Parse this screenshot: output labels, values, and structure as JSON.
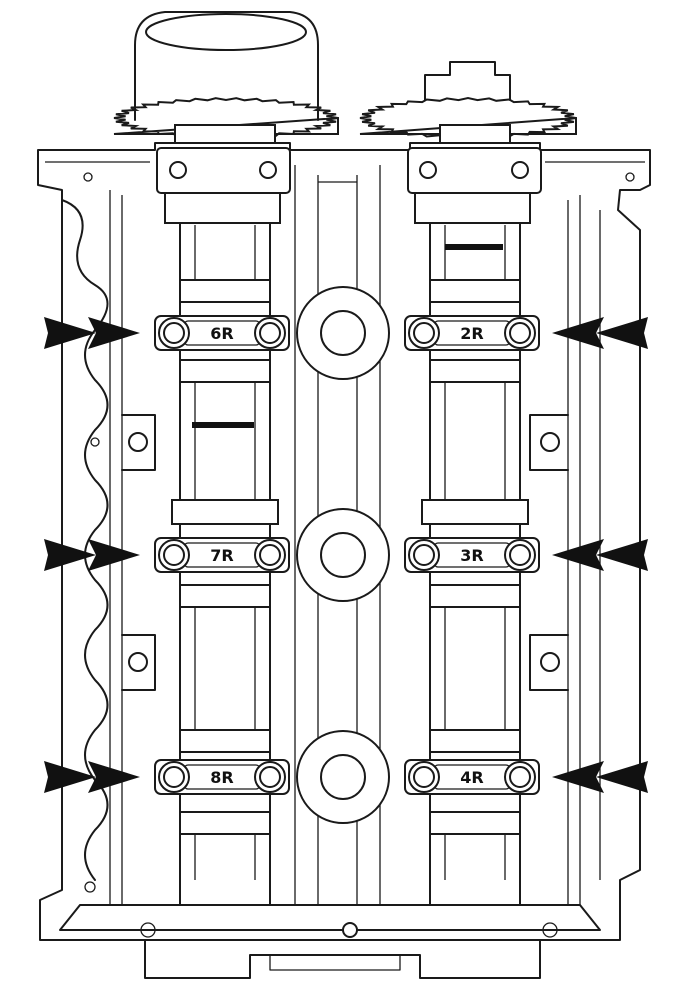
{
  "caps": {
    "left": [
      "6R",
      "7R",
      "8R"
    ],
    "right": [
      "2R",
      "3R",
      "4R"
    ]
  },
  "colors": {
    "line": "#1a1a1a",
    "arrow": "#111111",
    "background": "#ffffff"
  },
  "icons": {
    "pointer": "arrow-icon",
    "bolt": "bolt-head-icon",
    "gear": "cam-gear-icon"
  }
}
